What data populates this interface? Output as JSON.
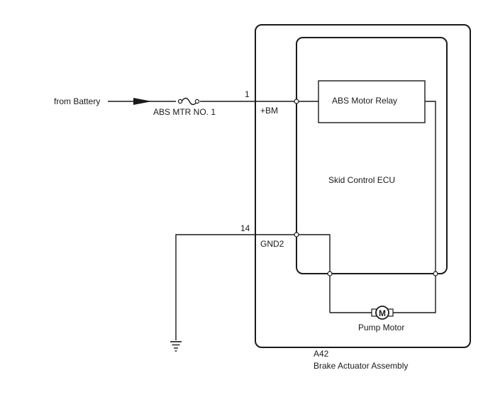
{
  "diagram": {
    "source_label": "from Battery",
    "fuse_label": "ABS MTR NO. 1",
    "pins": [
      {
        "number": "1",
        "name": "+BM"
      },
      {
        "number": "14",
        "name": "GND2"
      }
    ],
    "relay_label": "ABS Motor Relay",
    "ecu_label": "Skid Control ECU",
    "motor_symbol": "M",
    "motor_label": "Pump Motor",
    "connector_code": "A42",
    "assembly_label": "Brake Actuator Assembly"
  }
}
